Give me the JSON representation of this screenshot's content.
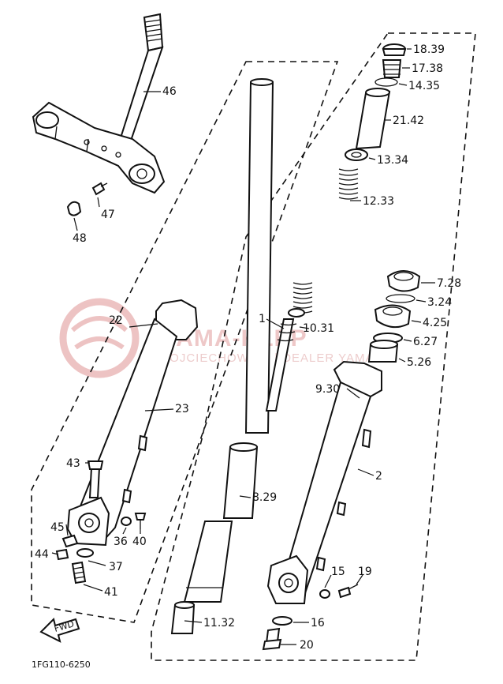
{
  "diagram": {
    "code": "1FG110-6250",
    "fwd_label": "FWD",
    "watermark": {
      "main": "YAMA-KLEP",
      "sub": "WOJCIECHOWICZ | DEALER YAMAHA"
    },
    "parts": {
      "p1": "1",
      "p2": "2",
      "p3_24": "3.24",
      "p4_25": "4.25",
      "p5_26": "5.26",
      "p6_27": "6.27",
      "p7_28": "7.28",
      "p8_29": "8.29",
      "p9_30": "9.30",
      "p10_31": "10.31",
      "p11_32": "11.32",
      "p12_33": "12.33",
      "p13_34": "13.34",
      "p14_35": "14.35",
      "p15": "15",
      "p16": "16",
      "p17_38": "17.38",
      "p18_39": "18.39",
      "p19": "19",
      "p20": "20",
      "p21_42": "21.42",
      "p22": "22",
      "p23": "23",
      "p36": "36",
      "p37": "37",
      "p40": "40",
      "p41": "41",
      "p43": "43",
      "p44": "44",
      "p45": "45",
      "p46": "46",
      "p47": "47",
      "p48": "48"
    }
  }
}
